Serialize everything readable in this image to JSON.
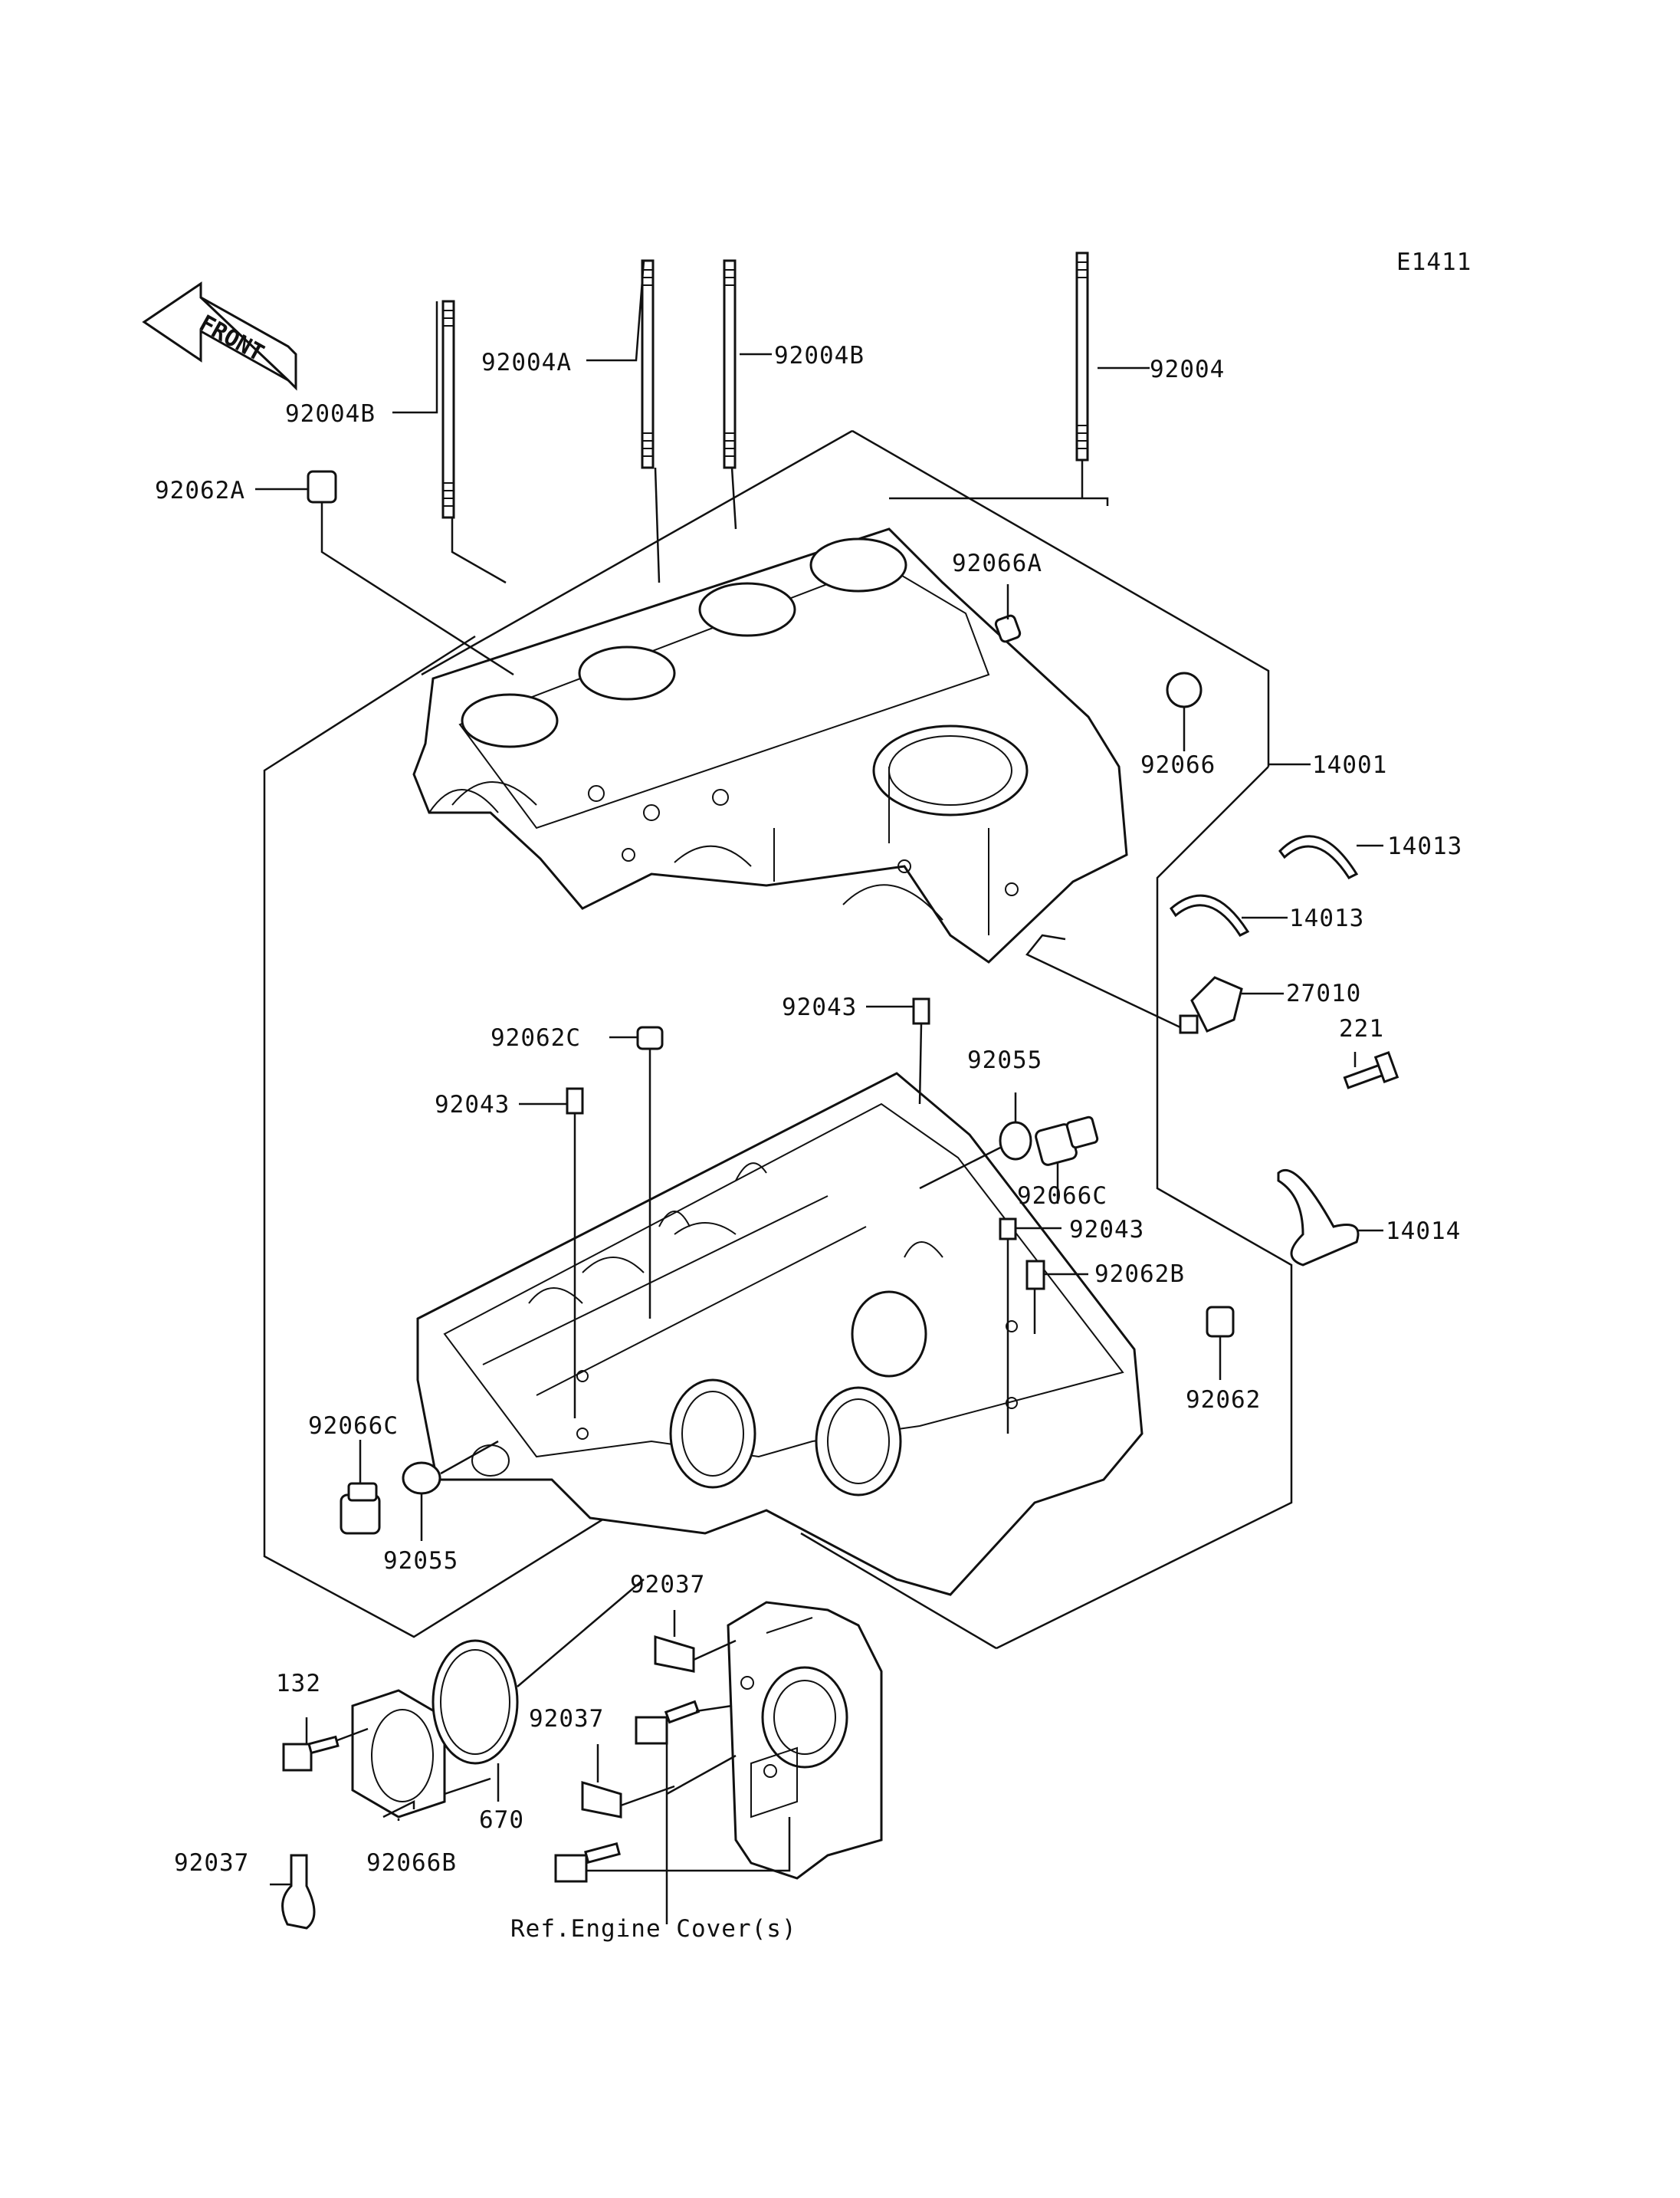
{
  "diagram_id": "E1411",
  "front_label": "FRONT",
  "reference_note": "Ref.Engine Cover(s)",
  "part_labels": {
    "p92004B_left": "92004B",
    "p92004A": "92004A",
    "p92004B_mid": "92004B",
    "p92004": "92004",
    "p92062A": "92062A",
    "p92066A": "92066A",
    "p92066": "92066",
    "p14001": "14001",
    "p14013_a": "14013",
    "p14013_b": "14013",
    "p27010": "27010",
    "p221": "221",
    "p14014": "14014",
    "p92043_a": "92043",
    "p92062C": "92062C",
    "p92043_b": "92043",
    "p92055_a": "92055",
    "p92066C_a": "92066C",
    "p92043_c": "92043",
    "p92062B": "92062B",
    "p92062": "92062",
    "p92066C_b": "92066C",
    "p92055_b": "92055",
    "p92037_a": "92037",
    "p132": "132",
    "p92037_b": "92037",
    "p670": "670",
    "p92037_c": "92037",
    "p92066B": "92066B"
  }
}
